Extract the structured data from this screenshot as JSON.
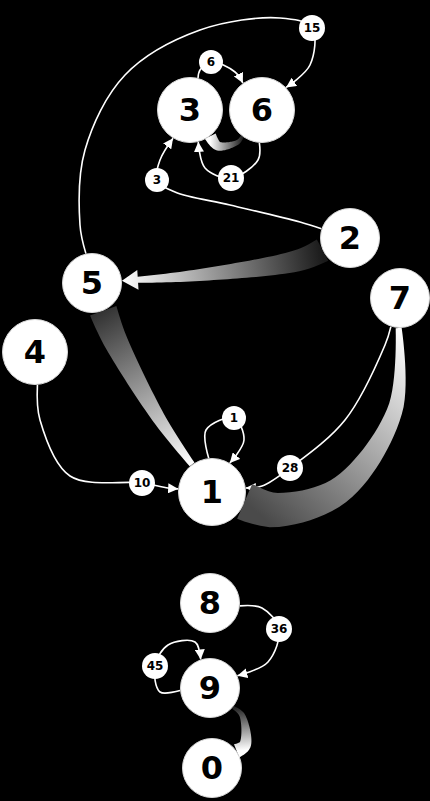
{
  "diagram": {
    "nodes": [
      {
        "text": [
          "3"
        ]
      },
      {
        "text": [
          "6"
        ]
      },
      {
        "text": [
          "2"
        ]
      },
      {
        "text": [
          "5"
        ]
      },
      {
        "text": [
          "7"
        ]
      },
      {
        "text": [
          "4"
        ]
      },
      {
        "text": [
          "1"
        ]
      },
      {
        "text": [
          "8"
        ]
      },
      {
        "text": [
          "9"
        ]
      },
      {
        "text": [
          "0"
        ]
      }
    ],
    "edges": [
      {
        "from": 0,
        "to": 1,
        "arrow": "to",
        "label": "6"
      },
      {
        "from": 3,
        "to": 1,
        "arrow": "to",
        "label": "15"
      },
      {
        "from": 2,
        "to": 0,
        "arrow": "to",
        "label": "3"
      },
      {
        "from": 1,
        "to": 0,
        "arrow": "to",
        "label": "21"
      },
      {
        "from": 6,
        "to": 6,
        "arrow": "to",
        "label": "1"
      },
      {
        "from": 5,
        "to": 6,
        "arrow": "to",
        "label": "10"
      },
      {
        "from": 4,
        "to": 6,
        "arrow": "to",
        "label": "28"
      },
      {
        "from": 7,
        "to": 8,
        "arrow": "to",
        "label": "36"
      },
      {
        "from": 8,
        "to": 8,
        "arrow": "to",
        "label": "45"
      },
      {
        "from": 2,
        "to": 3,
        "arrow": "to"
      },
      {
        "from": 3,
        "to": 6,
        "arrow": "none"
      },
      {
        "from": 6,
        "to": 4,
        "arrow": "none"
      },
      {
        "from": 1,
        "to": 0,
        "arrow": "none"
      },
      {
        "from": 9,
        "to": 8,
        "arrow": "none"
      }
    ]
  }
}
